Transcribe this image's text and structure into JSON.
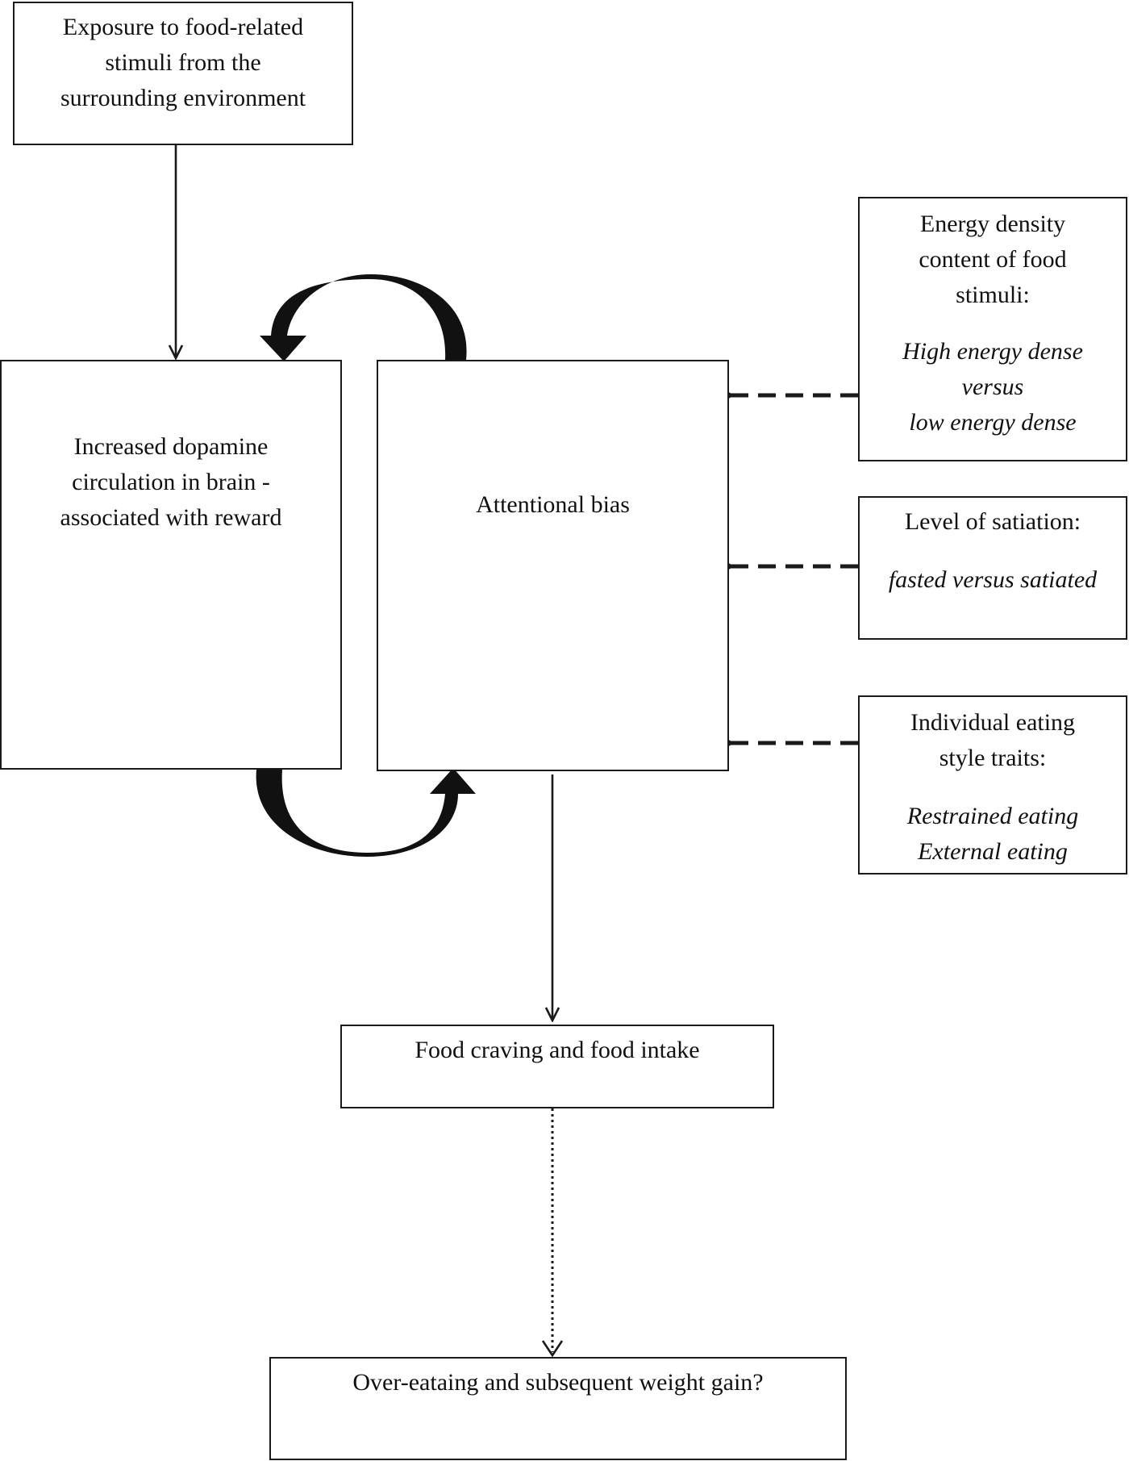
{
  "boxes": {
    "exposure": {
      "lines": [
        "Exposure to food-related",
        "stimuli from the",
        "surrounding environment"
      ]
    },
    "dopamine": {
      "lines": [
        "Increased dopamine",
        "circulation in brain -",
        "associated with reward"
      ]
    },
    "attentional_bias": {
      "label": "Attentional bias"
    },
    "energy_density": {
      "heading": [
        "Energy density",
        "content of food",
        "stimuli:"
      ],
      "detail": [
        "High energy dense",
        "versus",
        "low energy dense"
      ]
    },
    "satiation": {
      "heading": "Level of satiation:",
      "detail": "fasted versus satiated"
    },
    "eating_style": {
      "heading": [
        "Individual eating",
        "style traits:"
      ],
      "detail": [
        "Restrained eating",
        "External eating"
      ]
    },
    "craving": {
      "label": "Food craving and food intake"
    },
    "weight_gain": {
      "label": "Over-eataing and subsequent weight gain?"
    }
  },
  "colors": {
    "line": "#1a1a1a",
    "background": "#ffffff"
  }
}
